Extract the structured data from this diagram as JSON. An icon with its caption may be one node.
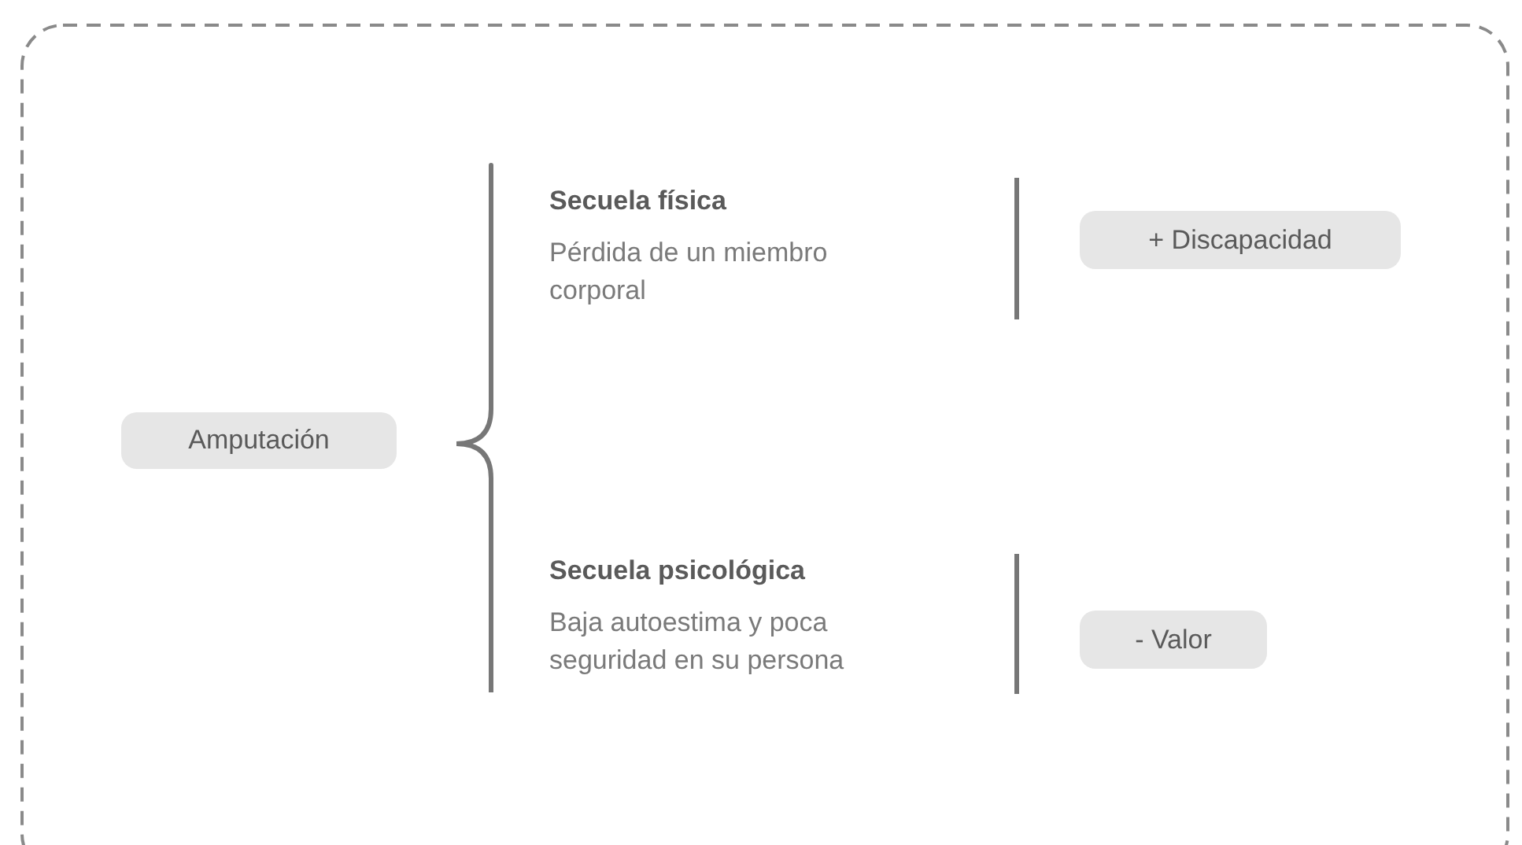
{
  "diagram": {
    "nodes": [
      {
        "text": [
          "Amputación"
        ]
      },
      {
        "text": [
          "+ Discapacidad"
        ]
      },
      {
        "text": [
          "- Valor"
        ]
      }
    ],
    "labels": [
      "Secuela física",
      "Pérdida de un miembro corporal",
      "Secuela psicológica",
      "Baja autoestima y poca seguridad en su persona"
    ]
  }
}
